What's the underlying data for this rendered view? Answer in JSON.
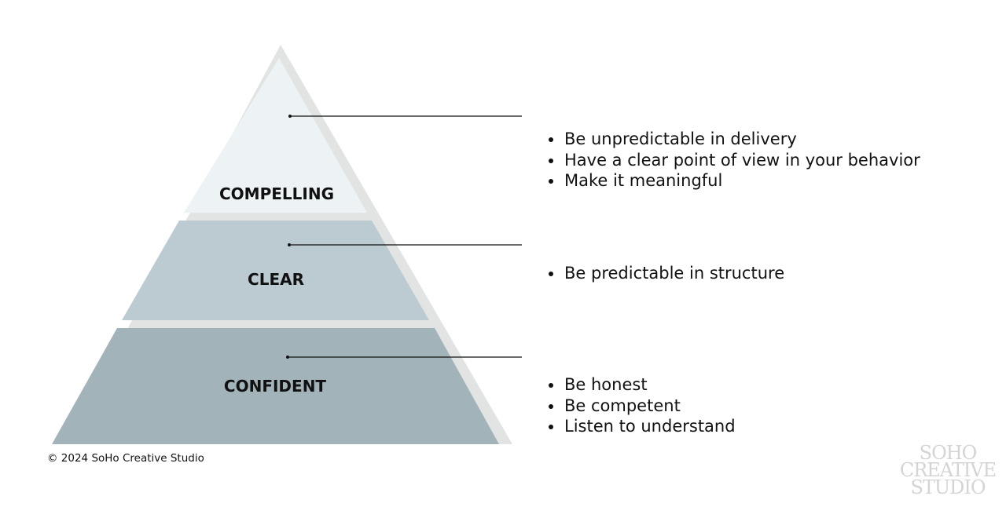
{
  "colors": {
    "shadow": "#e2e4e3",
    "compelling_fill": "#edf2f4",
    "clear_fill": "#bccbd1",
    "confident_fill": "#a2b3ba",
    "divider": "#e2e4e3",
    "text": "#111111",
    "brand_watermark": "#d4d4d4"
  },
  "tiers": [
    {
      "label": "COMPELLING",
      "bullets": [
        "Be unpredictable in delivery",
        "Have a clear point of view in your behavior",
        "Make it meaningful"
      ]
    },
    {
      "label": "CLEAR",
      "bullets": [
        "Be predictable in structure"
      ]
    },
    {
      "label": "CONFIDENT",
      "bullets": [
        "Be honest",
        "Be competent",
        "Listen to understand"
      ]
    }
  ],
  "footer": {
    "copyright": "© 2024 SoHo Creative Studio"
  },
  "brand": {
    "line1": "SOHO",
    "line2": "CREATIVE",
    "line3": "STUDIO"
  }
}
